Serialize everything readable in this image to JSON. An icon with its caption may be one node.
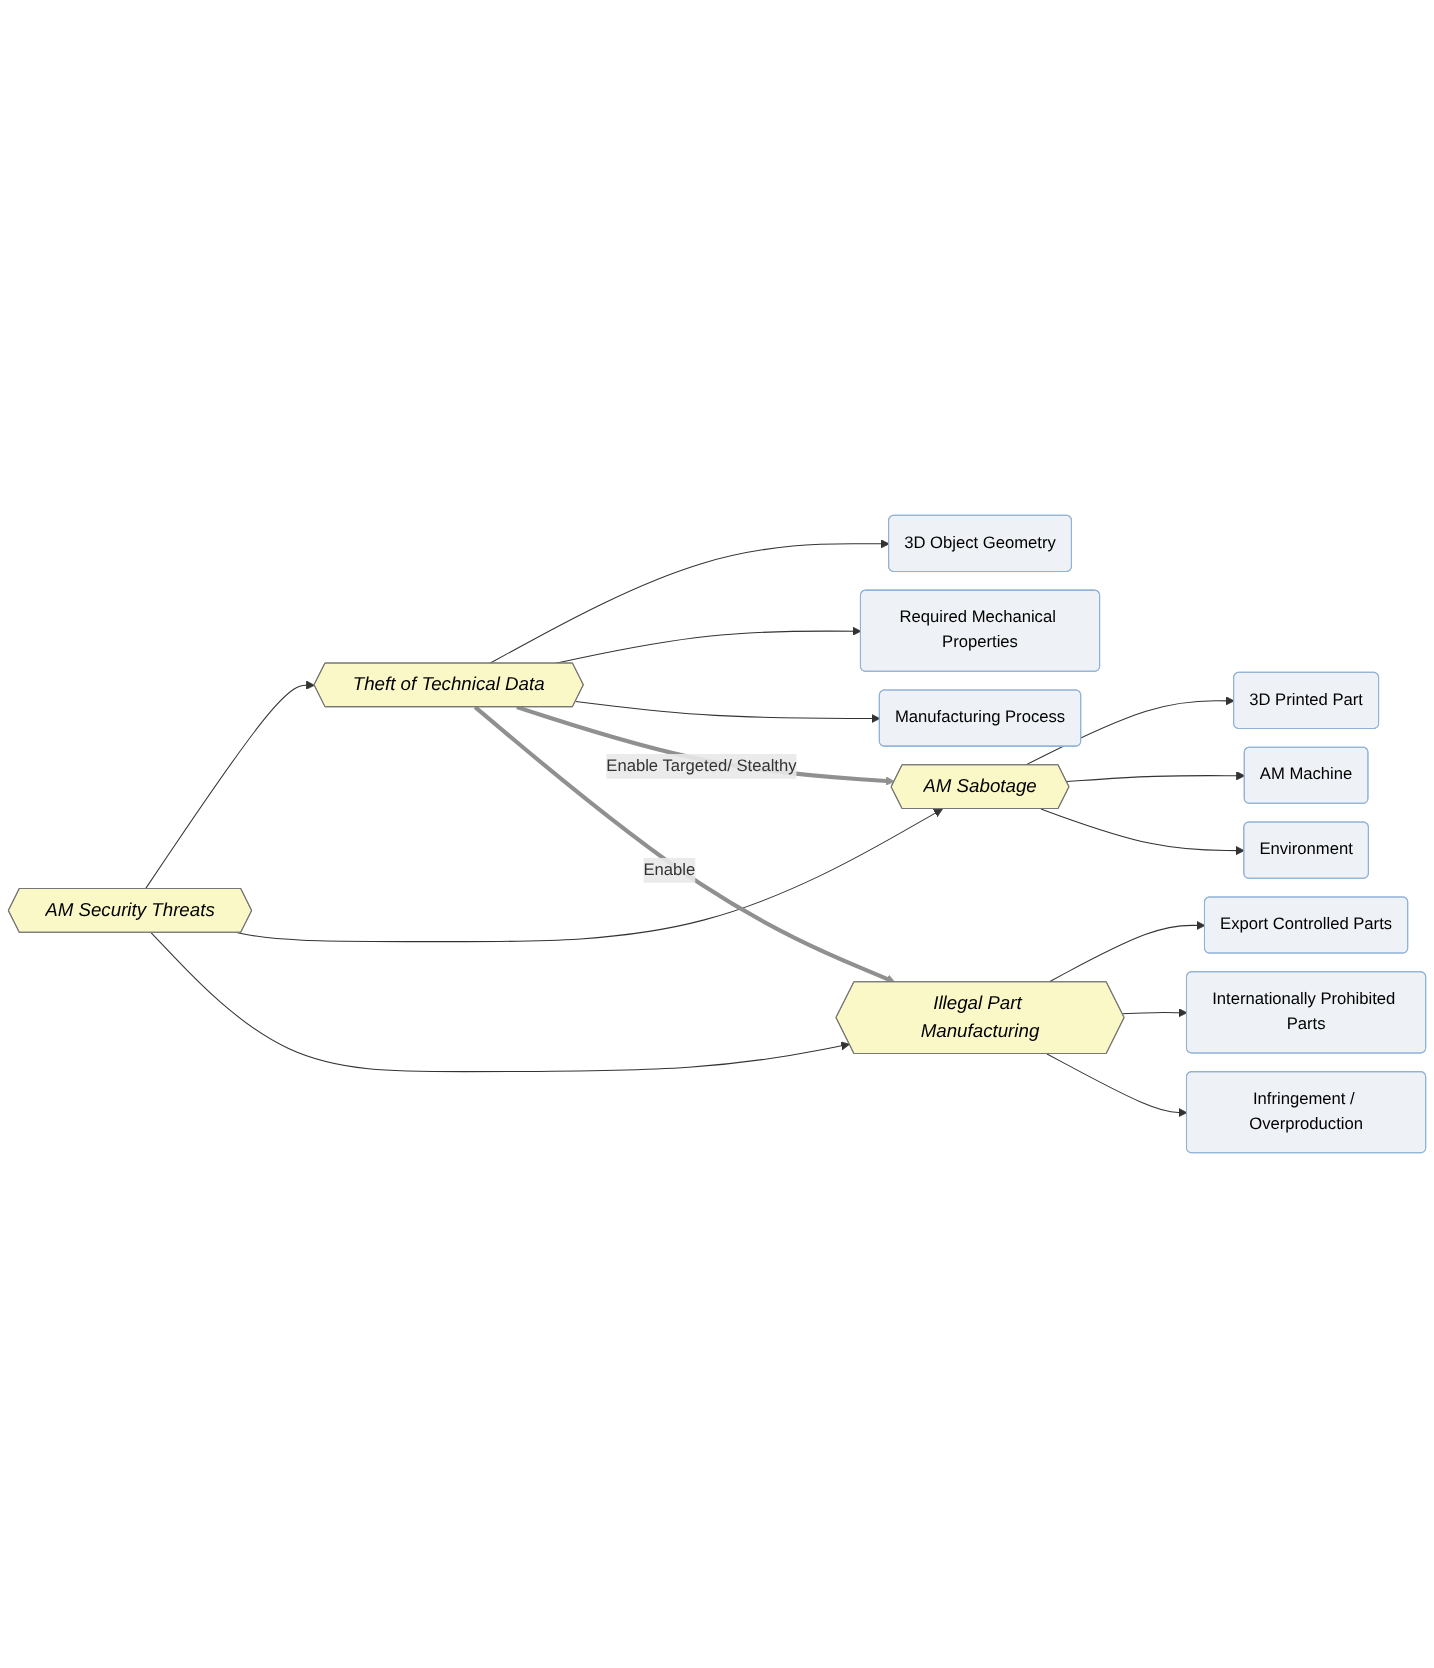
{
  "diagram": {
    "nodes": [
      {
        "text": [
          "AM Security Threats"
        ]
      },
      {
        "text": [
          "Theft of Technical Data"
        ]
      },
      {
        "text": [
          "3D Object Geometry"
        ]
      },
      {
        "text": [
          "Required Mechanical Properties"
        ]
      },
      {
        "text": [
          "Manufacturing Process"
        ]
      },
      {
        "text": [
          "AM Sabotage"
        ]
      },
      {
        "text": [
          "3D Printed Part"
        ]
      },
      {
        "text": [
          "AM Machine"
        ]
      },
      {
        "text": [
          "Environment"
        ]
      },
      {
        "text": [
          "Illegal Part Manufacturing"
        ]
      },
      {
        "text": [
          "Export Controlled Parts"
        ]
      },
      {
        "text": [
          "Internationally Prohibited Parts"
        ]
      },
      {
        "text": [
          "Infringement / Overproduction"
        ]
      }
    ],
    "edges": [
      {
        "from": 0,
        "to": 1,
        "arrow": "to"
      },
      {
        "from": 1,
        "to": 2,
        "arrow": "to"
      },
      {
        "from": 1,
        "to": 3,
        "arrow": "to"
      },
      {
        "from": 1,
        "to": 4,
        "arrow": "to"
      },
      {
        "from": 0,
        "to": 5,
        "arrow": "to"
      },
      {
        "from": 5,
        "to": 6,
        "arrow": "to"
      },
      {
        "from": 5,
        "to": 7,
        "arrow": "to"
      },
      {
        "from": 5,
        "to": 8,
        "arrow": "to"
      },
      {
        "from": 0,
        "to": 9,
        "arrow": "to"
      },
      {
        "from": 9,
        "to": 10,
        "arrow": "to"
      },
      {
        "from": 9,
        "to": 11,
        "arrow": "to"
      },
      {
        "from": 9,
        "to": 12,
        "arrow": "to"
      },
      {
        "from": 1,
        "to": 5,
        "arrow": "to",
        "label": "Enable Targeted/ Stealthy",
        "style": "thick",
        "color": "#909090"
      },
      {
        "from": 1,
        "to": 9,
        "arrow": "to",
        "label": "Enable",
        "style": "thick",
        "color": "#909090"
      }
    ]
  }
}
